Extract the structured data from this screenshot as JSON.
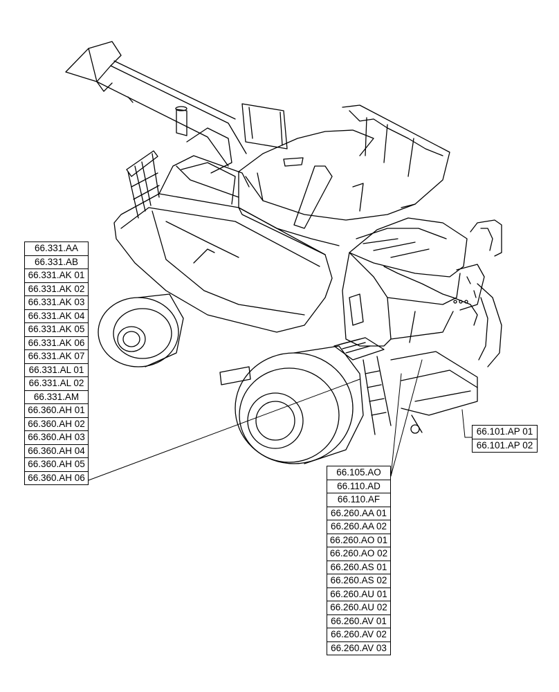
{
  "diagram": {
    "left_callouts": [
      "66.331.AA",
      "66.331.AB",
      "66.331.AK 01",
      "66.331.AK 02",
      "66.331.AK 03",
      "66.331.AK 04",
      "66.331.AK 05",
      "66.331.AK 06",
      "66.331.AK 07",
      "66.331.AL 01",
      "66.331.AL 02",
      "66.331.AM",
      "66.360.AH 01",
      "66.360.AH 02",
      "66.360.AH 03",
      "66.360.AH 04",
      "66.360.AH 05",
      "66.360.AH 06"
    ],
    "right_callouts": [
      "66.101.AP 01",
      "66.101.AP 02"
    ],
    "bottom_callouts": [
      "66.105.AO",
      "66.110.AD",
      "66.110.AF",
      "66.260.AA 01",
      "66.260.AA 02",
      "66.260.AO 01",
      "66.260.AO 02",
      "66.260.AS 01",
      "66.260.AS 02",
      "66.260.AU 01",
      "66.260.AU 02",
      "66.260.AV 01",
      "66.260.AV 02",
      "66.260.AV 03"
    ]
  }
}
